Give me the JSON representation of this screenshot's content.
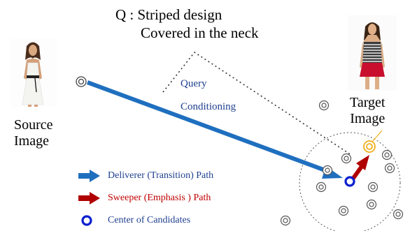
{
  "query": {
    "line1": "Q : Striped design",
    "line2": "Covered in the neck"
  },
  "conditioning": {
    "line1": "Query",
    "line2": "Conditioning"
  },
  "source": {
    "line1": "Source",
    "line2": "Image"
  },
  "target": {
    "line1": "Target",
    "line2": "Image"
  },
  "legend": {
    "deliverer": "Deliverer (Transition) Path",
    "sweeper": "Sweeper  (Emphasis ) Path",
    "center": "Center of Candidates"
  },
  "colors": {
    "deliverer": "#1f6fbf",
    "sweeper": "#b00000",
    "center": "#0b1fcf",
    "target_marker": "#f0b020",
    "text_blue": "#1f3f8f"
  }
}
